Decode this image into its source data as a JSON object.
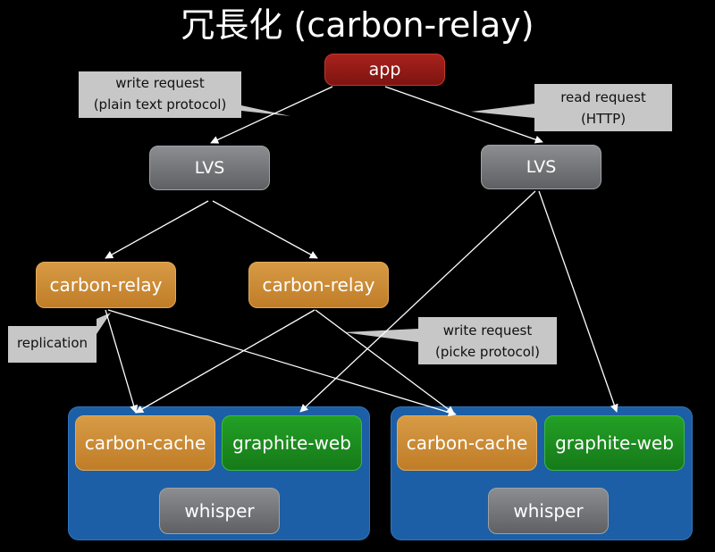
{
  "title": "冗長化 (carbon-relay)",
  "nodes": {
    "app": "app",
    "lvs_left": "LVS",
    "lvs_right": "LVS",
    "relay_left": "carbon-relay",
    "relay_right": "carbon-relay",
    "server_left": {
      "cache": "carbon-cache",
      "web": "graphite-web",
      "whisper": "whisper"
    },
    "server_right": {
      "cache": "carbon-cache",
      "web": "graphite-web",
      "whisper": "whisper"
    }
  },
  "callouts": {
    "write_plain": [
      "write request",
      "(plain text protocol)"
    ],
    "read_http": [
      "read request",
      "(HTTP)"
    ],
    "replication": [
      "replication"
    ],
    "write_pickle": [
      "write request",
      "(picke protocol)"
    ]
  },
  "colors": {
    "app": "#8f1a15",
    "lvs": "#717276",
    "carbon": "#c98a35",
    "graphite_web": "#1d8c20",
    "server": "#1c5fa6",
    "callout": "#c7c7c7",
    "arrow": "#ffffff"
  }
}
